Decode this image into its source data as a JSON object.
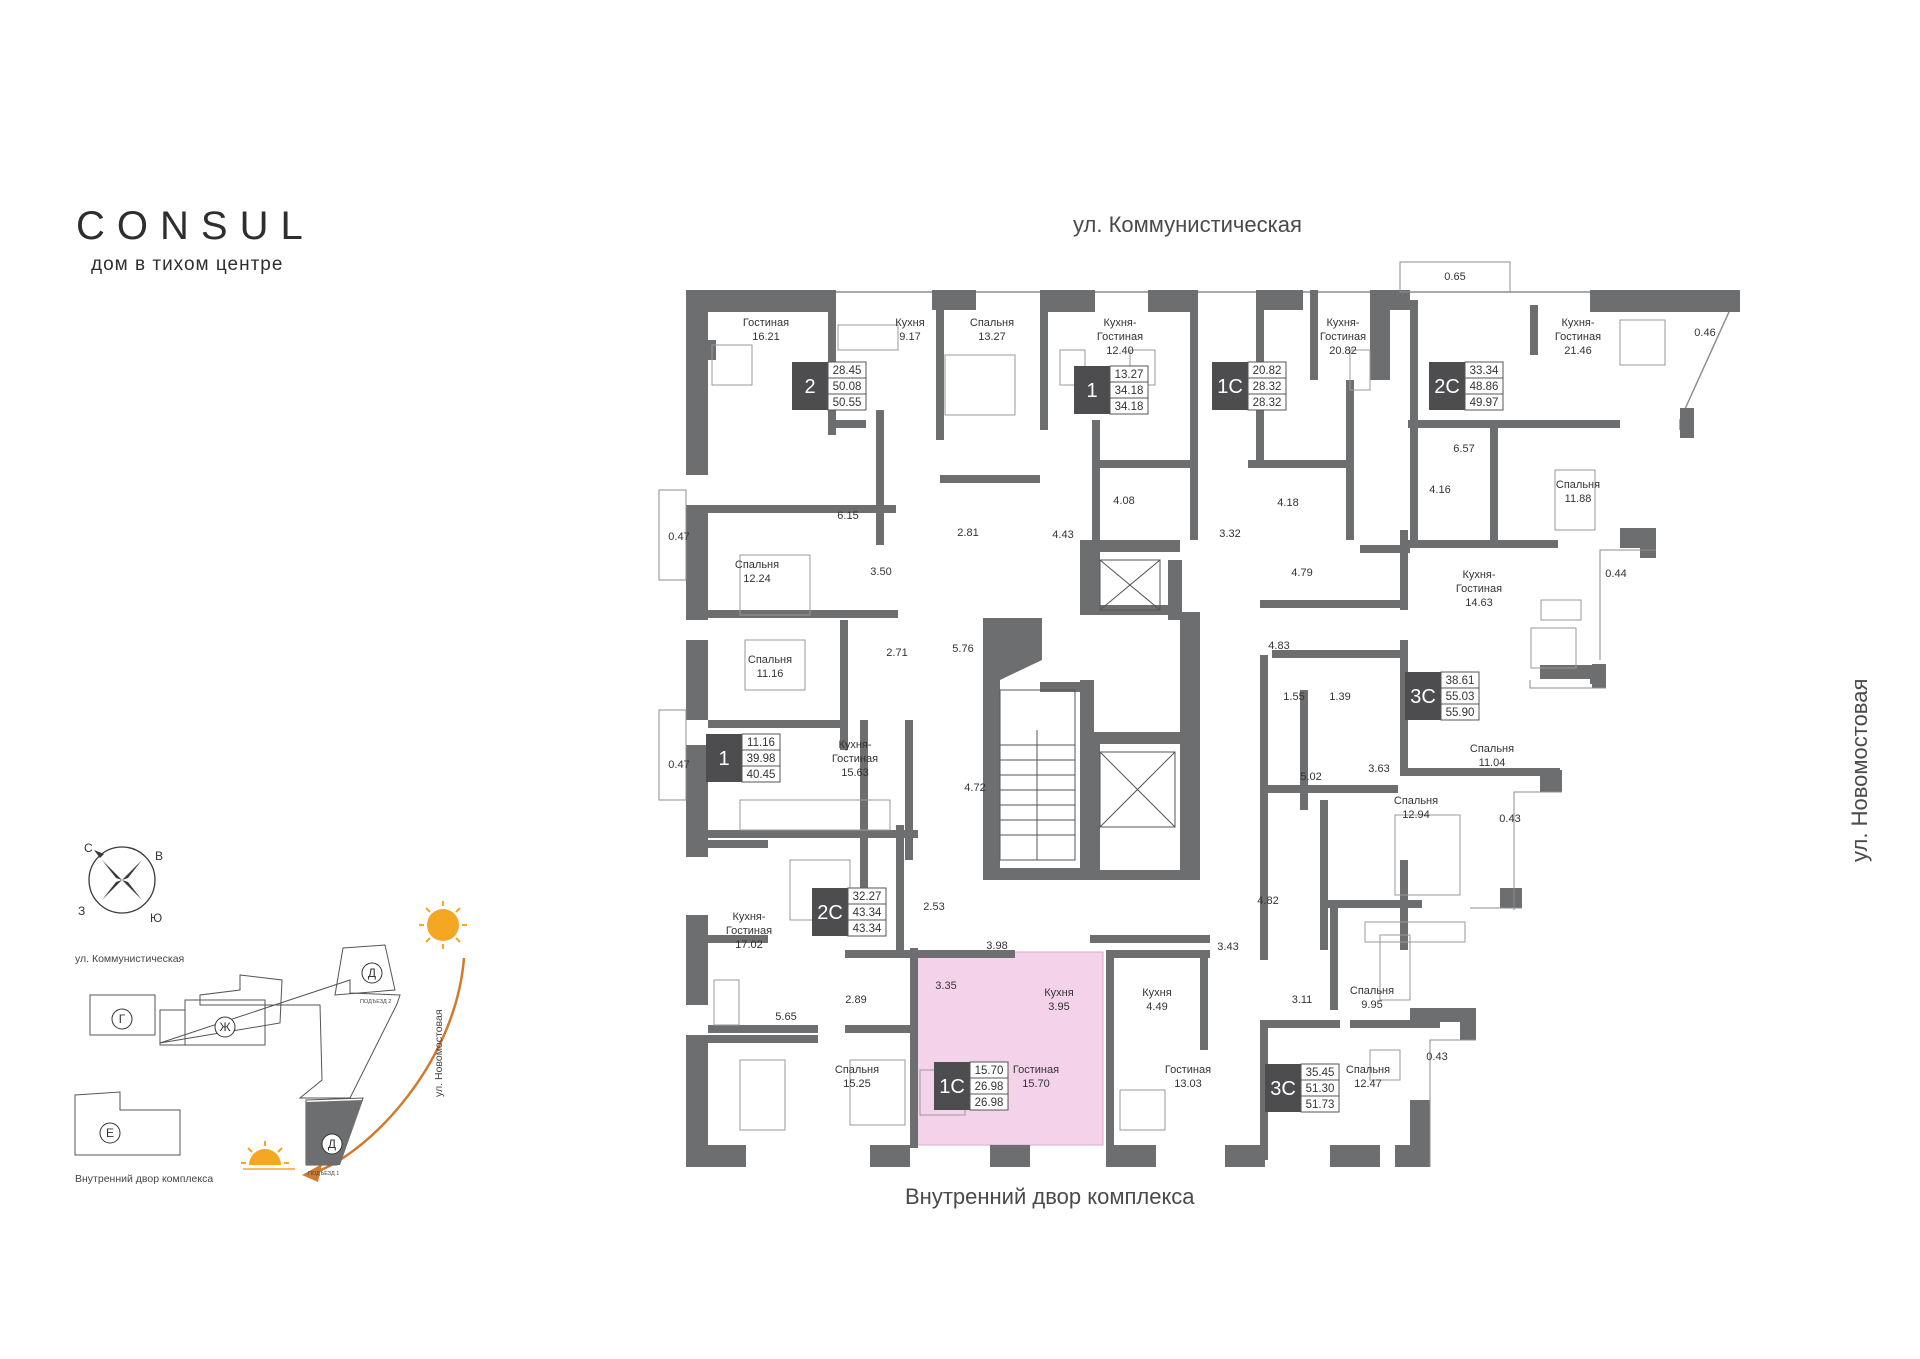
{
  "brand": {
    "name": "CONSUL",
    "tagline": "дом в тихом центре"
  },
  "streets": {
    "top": "ул. Коммунистическая",
    "right": "ул. Новомостовая",
    "bottom": "Внутренний двор комплекса"
  },
  "apartments": [
    {
      "type": "2",
      "areas": [
        "28.45",
        "50.08",
        "50.55"
      ]
    },
    {
      "type": "1",
      "areas": [
        "13.27",
        "34.18",
        "34.18"
      ]
    },
    {
      "type": "1С",
      "areas": [
        "20.82",
        "28.32",
        "28.32"
      ]
    },
    {
      "type": "2С",
      "areas": [
        "33.34",
        "48.86",
        "49.97"
      ]
    },
    {
      "type": "3С",
      "areas": [
        "38.61",
        "55.03",
        "55.90"
      ]
    },
    {
      "type": "1",
      "areas": [
        "11.16",
        "39.98",
        "40.45"
      ]
    },
    {
      "type": "2С",
      "areas": [
        "32.27",
        "43.34",
        "43.34"
      ]
    },
    {
      "type": "1С",
      "areas": [
        "15.70",
        "26.98",
        "26.98"
      ],
      "highlighted": true
    },
    {
      "type": "3С",
      "areas": [
        "35.45",
        "51.30",
        "51.73"
      ]
    }
  ],
  "rooms": [
    {
      "name": [
        "Гостиная"
      ],
      "area": "16.21"
    },
    {
      "name": [
        "Кухня"
      ],
      "area": "9.17"
    },
    {
      "name": [
        "Спальня"
      ],
      "area": "13.27"
    },
    {
      "name": [
        "Кухня-",
        "Гостиная"
      ],
      "area": "12.40"
    },
    {
      "name": [
        "Кухня-",
        "Гостиная"
      ],
      "area": "20.82"
    },
    {
      "name": [
        "Кухня-",
        "Гостиная"
      ],
      "area": "21.46"
    },
    {
      "name": [
        "Спальня"
      ],
      "area": "11.88"
    },
    {
      "name": [
        "Спальня"
      ],
      "area": "12.24"
    },
    {
      "name": [
        "Кухня-",
        "Гостиная"
      ],
      "area": "14.63"
    },
    {
      "name": [
        "Спальня"
      ],
      "area": "11.16"
    },
    {
      "name": [
        "Кухня-",
        "Гостиная"
      ],
      "area": "15.63"
    },
    {
      "name": [
        "Спальня"
      ],
      "area": "11.04"
    },
    {
      "name": [
        "Спальня"
      ],
      "area": "12.94"
    },
    {
      "name": [
        "Кухня-",
        "Гостиная"
      ],
      "area": "17.02"
    },
    {
      "name": [
        "Кухня"
      ],
      "area": "3.95"
    },
    {
      "name": [
        "Кухня"
      ],
      "area": "4.49"
    },
    {
      "name": [
        "Спальня"
      ],
      "area": "9.95"
    },
    {
      "name": [
        "Спальня"
      ],
      "area": "15.25"
    },
    {
      "name": [
        "Гостиная"
      ],
      "area": "15.70"
    },
    {
      "name": [
        "Гостиная"
      ],
      "area": "13.03"
    },
    {
      "name": [
        "Спальня"
      ],
      "area": "12.47"
    }
  ],
  "dimensions": [
    "0.65",
    "0.46",
    "0.47",
    "0.44",
    "0.47",
    "0.43",
    "0.43",
    "6.57",
    "6.15",
    "4.08",
    "4.18",
    "4.16",
    "2.81",
    "4.43",
    "3.32",
    "3.50",
    "4.79",
    "2.71",
    "5.76",
    "4.83",
    "1.55",
    "1.39",
    "5.02",
    "3.63",
    "4.72",
    "2.53",
    "3.98",
    "3.43",
    "3.35",
    "4.82",
    "2.89",
    "5.65",
    "3.11"
  ],
  "site_plan": {
    "street_top": "ул. Коммунистическая",
    "street_right": "ул. Новомостовая",
    "courtyard": "Внутренний двор комплекса",
    "buildings": [
      "Г",
      "Ж",
      "Д",
      "Е",
      "Д"
    ],
    "entrances": [
      "ПОДЪЕЗД 2",
      "ПОДЪЕЗД 1"
    ],
    "compass": [
      "С",
      "В",
      "Ю",
      "З"
    ]
  },
  "colors": {
    "wall": "#6d6e70",
    "badge": "#4d4d4f",
    "highlight": "#f4d3ea",
    "highlight_stroke": "#dca9cf",
    "sun": "#f5a623",
    "arc": "#d07a2e"
  }
}
